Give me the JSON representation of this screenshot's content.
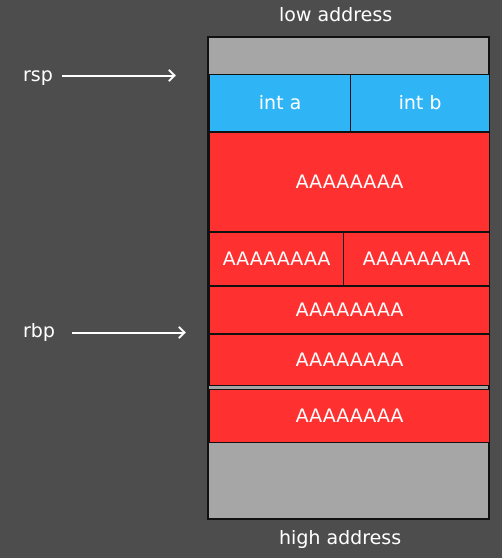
{
  "labels": {
    "low_address": "low address",
    "high_address": "high address",
    "rsp": "rsp",
    "rbp": "rbp"
  },
  "stack": {
    "top_row": [
      "int a",
      "int b"
    ],
    "large_block": "AAAAAAAA",
    "split_row": [
      "AAAAAAAA",
      "AAAAAAAA"
    ],
    "rbp_row": "AAAAAAAA",
    "row_after_rbp": "AAAAAAAA",
    "last_row": "AAAAAAAA"
  },
  "colors": {
    "background": "#4d4d4d",
    "stack_gray": "#a6a6a6",
    "blue": "#2fb5f5",
    "red": "#ff3030"
  }
}
